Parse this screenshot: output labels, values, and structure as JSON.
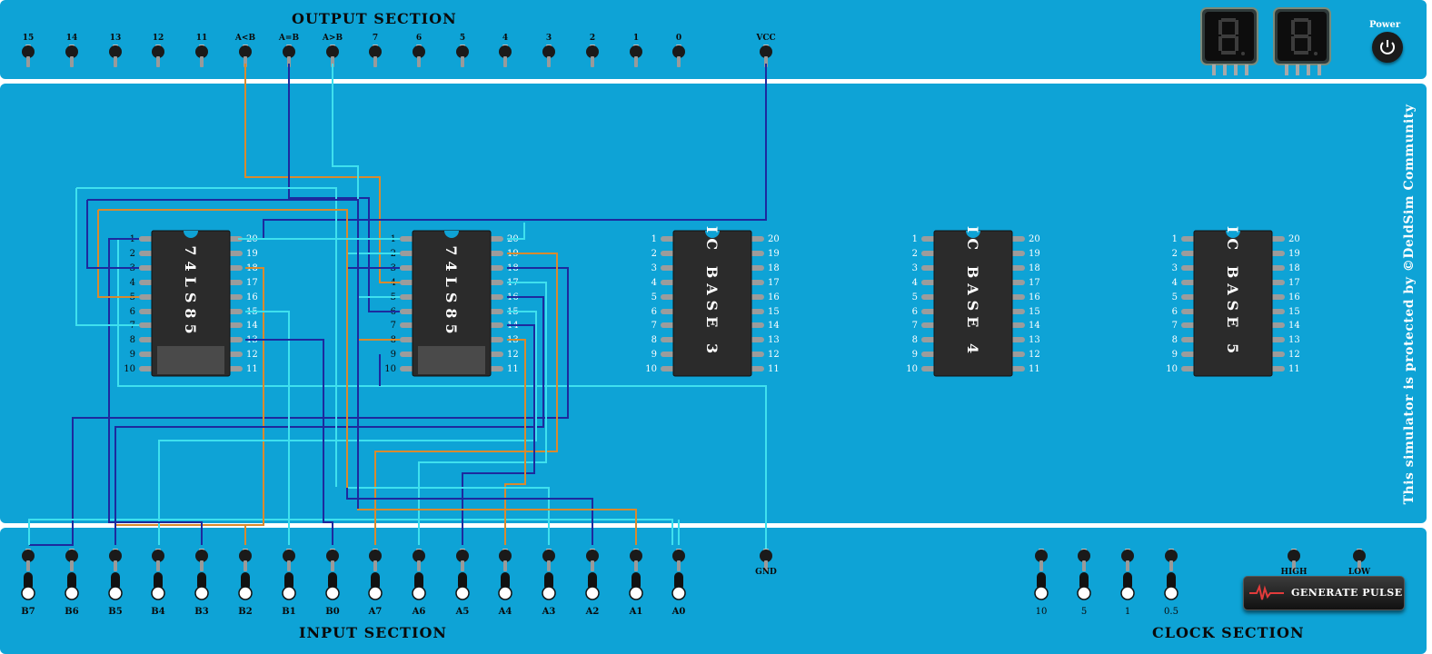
{
  "output_section": {
    "title": "OUTPUT SECTION",
    "pins": [
      "15",
      "14",
      "13",
      "12",
      "11",
      "A<B",
      "A=B",
      "A>B",
      "7",
      "6",
      "5",
      "4",
      "3",
      "2",
      "1",
      "0"
    ],
    "vcc_label": "VCC"
  },
  "power": {
    "label": "Power"
  },
  "displays": {
    "count": 2,
    "segment_color": "#3c3c3c"
  },
  "side_note": "This simulator is protected by ©DeldSim Community",
  "ics": [
    {
      "label": "74LS85",
      "left_pins": [
        "1",
        "2",
        "3",
        "4",
        "5",
        "6",
        "7",
        "8",
        "9",
        "10"
      ],
      "right_pins": [
        "20",
        "19",
        "18",
        "17",
        "16",
        "15",
        "14",
        "13",
        "12",
        "11"
      ]
    },
    {
      "label": "74LS85",
      "left_pins": [
        "1",
        "2",
        "3",
        "4",
        "5",
        "6",
        "7",
        "8",
        "9",
        "10"
      ],
      "right_pins": [
        "20",
        "19",
        "18",
        "17",
        "16",
        "15",
        "14",
        "13",
        "12",
        "11"
      ]
    },
    {
      "label": "IC BASE 3",
      "left_pins": [
        "1",
        "2",
        "3",
        "4",
        "5",
        "6",
        "7",
        "8",
        "9",
        "10"
      ],
      "right_pins": [
        "20",
        "19",
        "18",
        "17",
        "16",
        "15",
        "14",
        "13",
        "12",
        "11"
      ]
    },
    {
      "label": "IC BASE 4",
      "left_pins": [
        "1",
        "2",
        "3",
        "4",
        "5",
        "6",
        "7",
        "8",
        "9",
        "10"
      ],
      "right_pins": [
        "20",
        "19",
        "18",
        "17",
        "16",
        "15",
        "14",
        "13",
        "12",
        "11"
      ]
    },
    {
      "label": "IC BASE 5",
      "left_pins": [
        "1",
        "2",
        "3",
        "4",
        "5",
        "6",
        "7",
        "8",
        "9",
        "10"
      ],
      "right_pins": [
        "20",
        "19",
        "18",
        "17",
        "16",
        "15",
        "14",
        "13",
        "12",
        "11"
      ]
    }
  ],
  "input_section": {
    "title": "INPUT SECTION",
    "switches": [
      "B7",
      "B6",
      "B5",
      "B4",
      "B3",
      "B2",
      "B1",
      "B0",
      "A7",
      "A6",
      "A5",
      "A4",
      "A3",
      "A2",
      "A1",
      "A0"
    ],
    "gnd_label": "GND"
  },
  "clock_section": {
    "title": "CLOCK SECTION",
    "frequencies": [
      "10",
      "5",
      "1",
      "0.5"
    ],
    "high_label": "HIGH",
    "low_label": "LOW",
    "pulse_button": "GENERATE PULSE"
  },
  "wire_colors": {
    "orange": "#d98a2e",
    "navy": "#1d2a9e",
    "cyan": "#3fe0ee"
  },
  "theme": {
    "panel": "#0ea3d6",
    "chip": "#2b2b2b",
    "terminal": "#1a1a1a",
    "post": "#9a9a9a"
  }
}
